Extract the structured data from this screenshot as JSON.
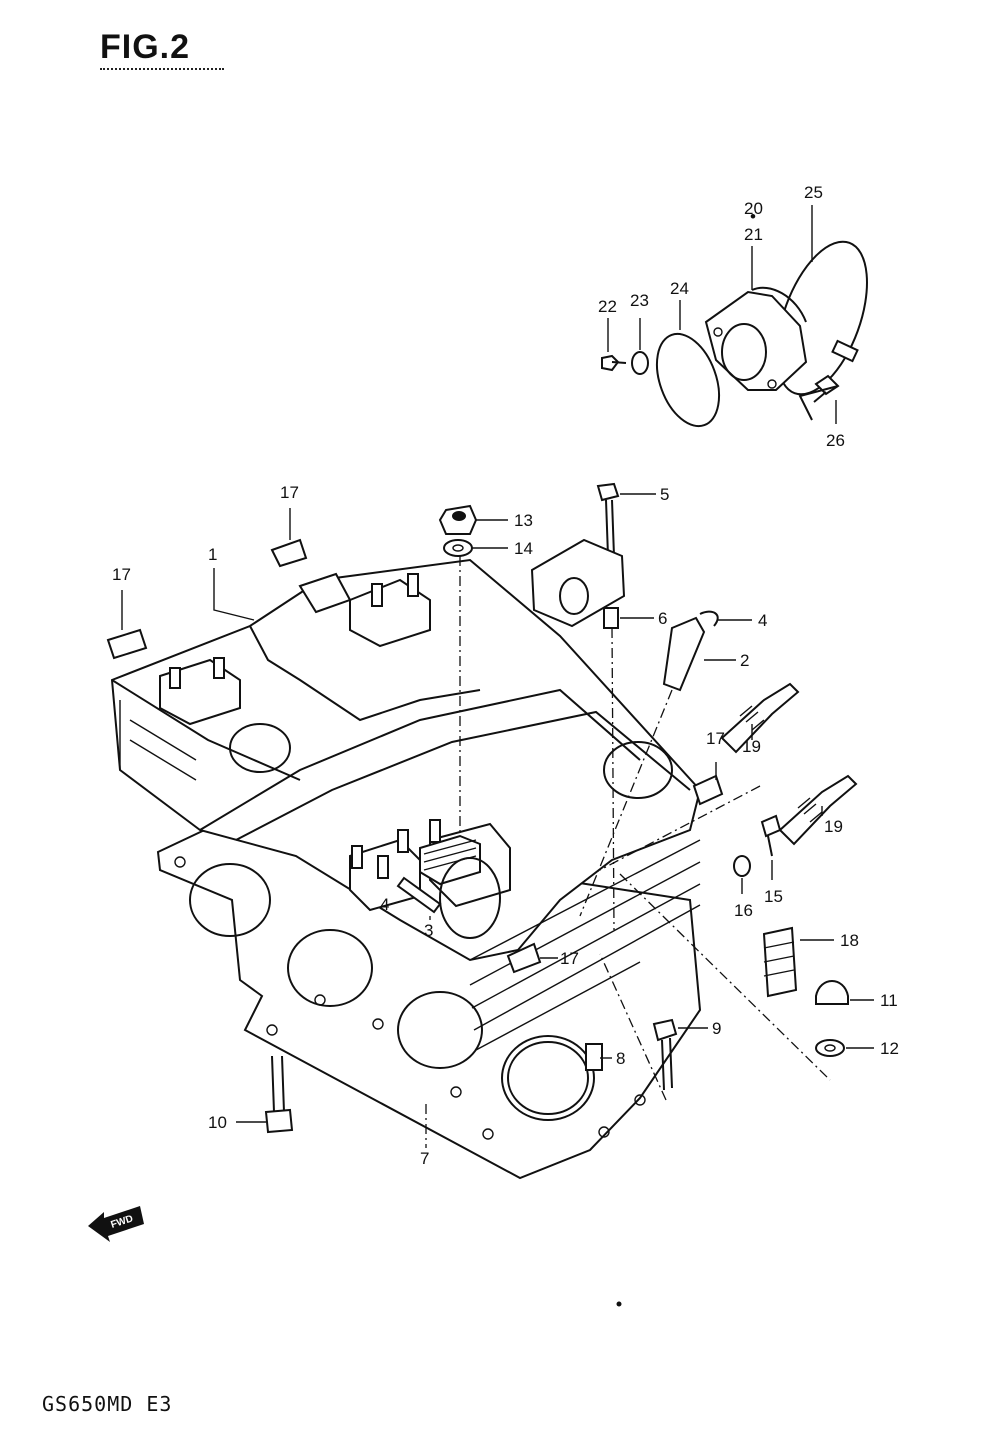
{
  "figure": {
    "title": "FIG.2",
    "model_code": "GS650MD E3",
    "fwd_label": "FWD"
  },
  "callouts": {
    "c1": "1",
    "c2": "2",
    "c3": "3",
    "c4a": "4",
    "c4b": "4",
    "c5": "5",
    "c6": "6",
    "c7": "7",
    "c8": "8",
    "c9": "9",
    "c10": "10",
    "c11": "11",
    "c12": "12",
    "c13": "13",
    "c14": "14",
    "c15": "15",
    "c16": "16",
    "c17a": "17",
    "c17b": "17",
    "c17c": "17",
    "c17d": "17",
    "c18": "18",
    "c19a": "19",
    "c19b": "19",
    "c20": "20",
    "c21": "21",
    "c22": "22",
    "c23": "23",
    "c24": "24",
    "c25": "25",
    "c26": "26"
  }
}
